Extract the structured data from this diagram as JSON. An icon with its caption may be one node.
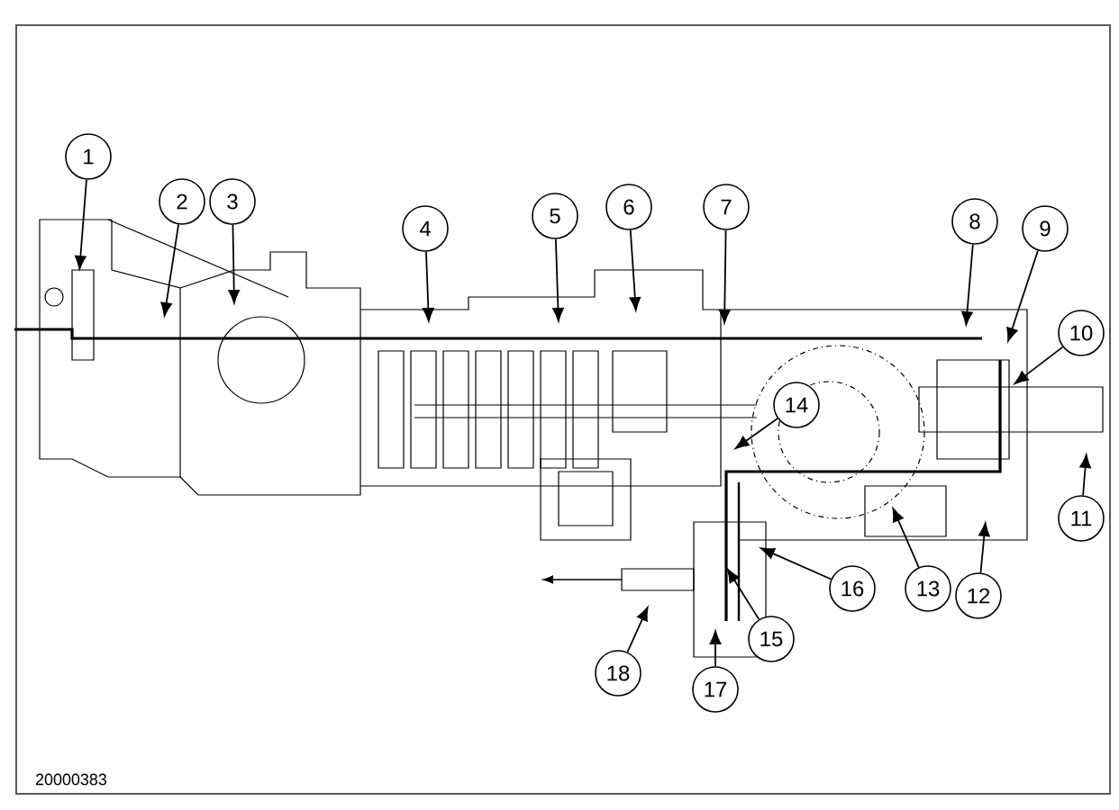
{
  "diagram": {
    "nodes": [
      {
        "text": [
          "1"
        ]
      },
      {
        "text": [
          "2"
        ]
      },
      {
        "text": [
          "3"
        ]
      },
      {
        "text": [
          "4"
        ]
      },
      {
        "text": [
          "5"
        ]
      },
      {
        "text": [
          "6"
        ]
      },
      {
        "text": [
          "7"
        ]
      },
      {
        "text": [
          "8"
        ]
      },
      {
        "text": [
          "9"
        ]
      },
      {
        "text": [
          "10"
        ]
      },
      {
        "text": [
          "11"
        ]
      },
      {
        "text": [
          "12"
        ]
      },
      {
        "text": [
          "13"
        ]
      },
      {
        "text": [
          "14"
        ]
      },
      {
        "text": [
          "15"
        ]
      },
      {
        "text": [
          "16"
        ]
      },
      {
        "text": [
          "17"
        ]
      },
      {
        "text": [
          "18"
        ]
      }
    ],
    "edges": [
      {
        "from": 0,
        "to": null,
        "arrow": "to"
      },
      {
        "from": 1,
        "to": null,
        "arrow": "to"
      },
      {
        "from": 2,
        "to": null,
        "arrow": "to"
      },
      {
        "from": 3,
        "to": null,
        "arrow": "to"
      },
      {
        "from": 4,
        "to": null,
        "arrow": "to"
      },
      {
        "from": 5,
        "to": null,
        "arrow": "to"
      },
      {
        "from": 6,
        "to": null,
        "arrow": "to"
      },
      {
        "from": 7,
        "to": null,
        "arrow": "to"
      },
      {
        "from": 8,
        "to": null,
        "arrow": "to"
      },
      {
        "from": 9,
        "to": null,
        "arrow": "to"
      },
      {
        "from": 10,
        "to": null,
        "arrow": "to"
      },
      {
        "from": 11,
        "to": null,
        "arrow": "to"
      },
      {
        "from": 12,
        "to": null,
        "arrow": "to"
      },
      {
        "from": 13,
        "to": null,
        "arrow": "to"
      },
      {
        "from": 14,
        "to": null,
        "arrow": "to"
      },
      {
        "from": 15,
        "to": null,
        "arrow": "to"
      },
      {
        "from": 16,
        "to": null,
        "arrow": "to"
      },
      {
        "from": 17,
        "to": null,
        "arrow": "to"
      }
    ],
    "labels": [
      "20000383"
    ]
  }
}
